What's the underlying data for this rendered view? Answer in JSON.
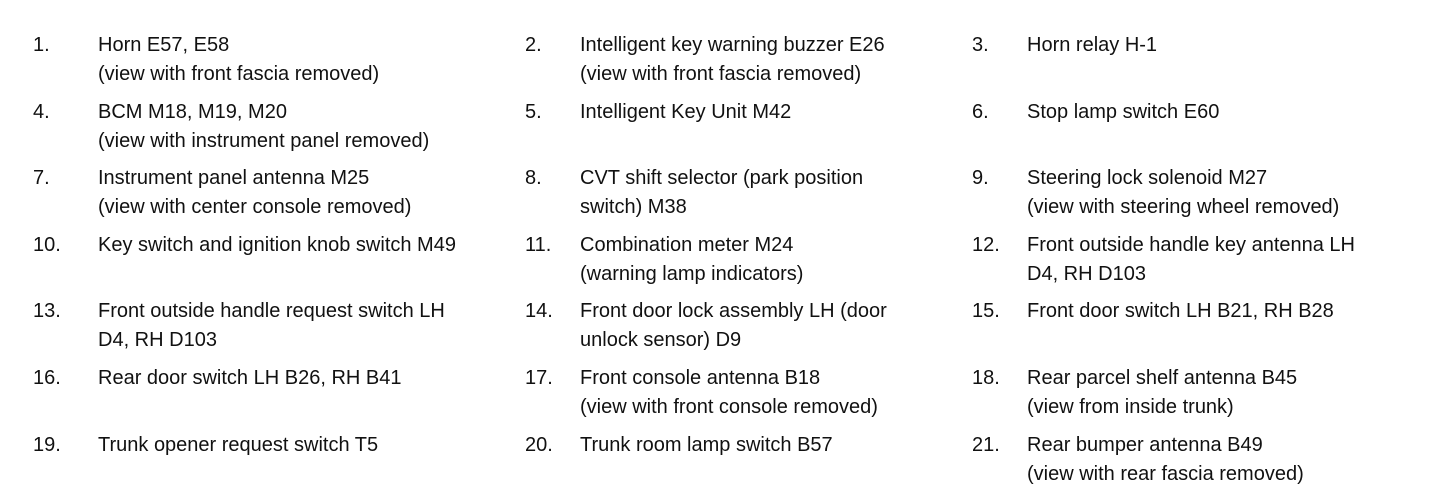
{
  "items": [
    {
      "num": "1.",
      "text": "Horn E57, E58\n(view with front fascia removed)"
    },
    {
      "num": "2.",
      "text": "Intelligent key warning buzzer E26\n(view with front fascia removed)"
    },
    {
      "num": "3.",
      "text": "Horn relay H-1"
    },
    {
      "num": "4.",
      "text": "BCM M18, M19, M20\n(view with instrument panel removed)"
    },
    {
      "num": "5.",
      "text": "Intelligent Key Unit M42"
    },
    {
      "num": "6.",
      "text": "Stop lamp switch E60"
    },
    {
      "num": "7.",
      "text": "Instrument panel antenna M25\n(view with center console removed)"
    },
    {
      "num": "8.",
      "text": "CVT shift selector (park position\nswitch) M38"
    },
    {
      "num": "9.",
      "text": "Steering lock solenoid M27\n(view with steering wheel removed)"
    },
    {
      "num": "10.",
      "text": "Key switch and ignition knob switch M49"
    },
    {
      "num": "11.",
      "text": "Combination meter M24\n(warning lamp indicators)"
    },
    {
      "num": "12.",
      "text": "Front outside handle key antenna LH\nD4, RH D103"
    },
    {
      "num": "13.",
      "text": "Front outside handle request switch LH\nD4, RH D103"
    },
    {
      "num": "14.",
      "text": "Front door lock assembly LH (door\nunlock sensor) D9"
    },
    {
      "num": "15.",
      "text": "Front door switch LH B21, RH B28"
    },
    {
      "num": "16.",
      "text": "Rear door switch LH B26, RH B41"
    },
    {
      "num": "17.",
      "text": "Front console antenna B18\n(view with front console removed)"
    },
    {
      "num": "18.",
      "text": "Rear parcel shelf antenna B45\n(view from inside trunk)"
    },
    {
      "num": "19.",
      "text": "Trunk opener request switch T5"
    },
    {
      "num": "20.",
      "text": "Trunk room lamp switch B57"
    },
    {
      "num": "21.",
      "text": "Rear bumper antenna B49\n(view with rear fascia removed)"
    }
  ]
}
